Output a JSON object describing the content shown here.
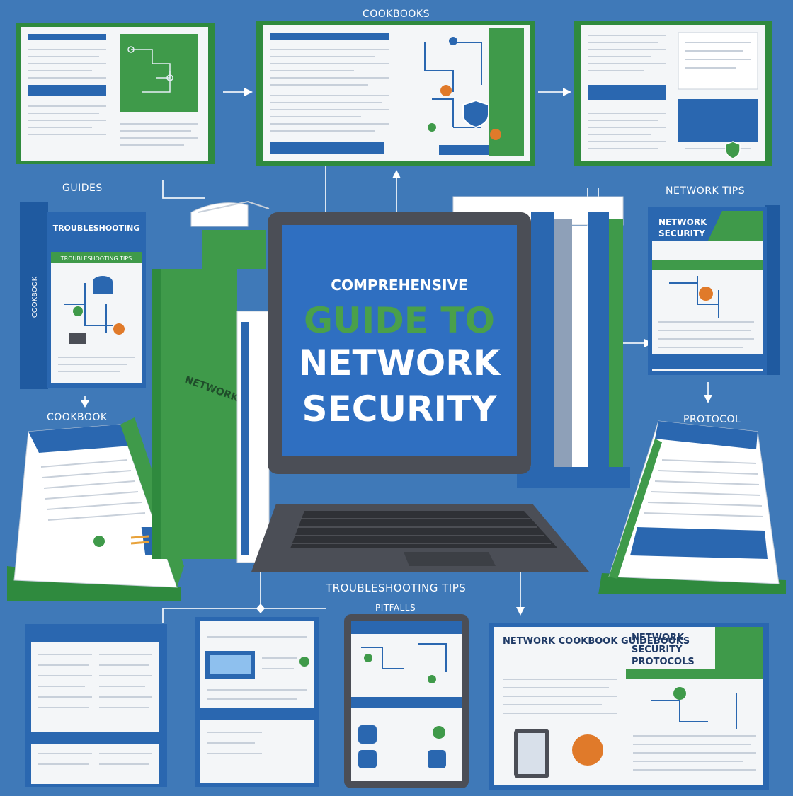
{
  "labels": {
    "cookbooks": "COOKBOOKS",
    "guides": "GUIDES",
    "network_tips": "NETWORK TIPS",
    "cookbook": "COOKBOOK",
    "protocol": "PROTOCOL",
    "troubleshooting_tips": "TROUBLESHOOTING TIPS",
    "pitfalls": "PITFALLS"
  },
  "screen": {
    "line1": "COMPREHENSIVE",
    "line2": "GUIDE TO",
    "line3": "NETWORK",
    "line4": "SECURITY"
  },
  "books": {
    "left_guide_title": "TROUBLESHOOTING",
    "left_guide_subtitle": "TROUBLESHOOTING TIPS",
    "left_guide_spine": "COOKBOOK",
    "green_binder_spine": "NETWORK SECURITY",
    "right_book_title1": "NETWORK",
    "right_book_title2": "SECURITY",
    "bottom_right_title1": "NETWORK",
    "bottom_right_title2": "SECURITY",
    "bottom_right_title3": "PROTOCOLS",
    "bottom_right_left_title": "NETWORK COOKBOOK GUIDEBOOKS"
  },
  "colors": {
    "background": "#3f79b8",
    "book_green": "#3f9a4a",
    "book_blue": "#2a67b0",
    "screen_blue": "#2f6fc1",
    "screen_green": "#4aa04a",
    "laptop": "#4b4e56"
  }
}
